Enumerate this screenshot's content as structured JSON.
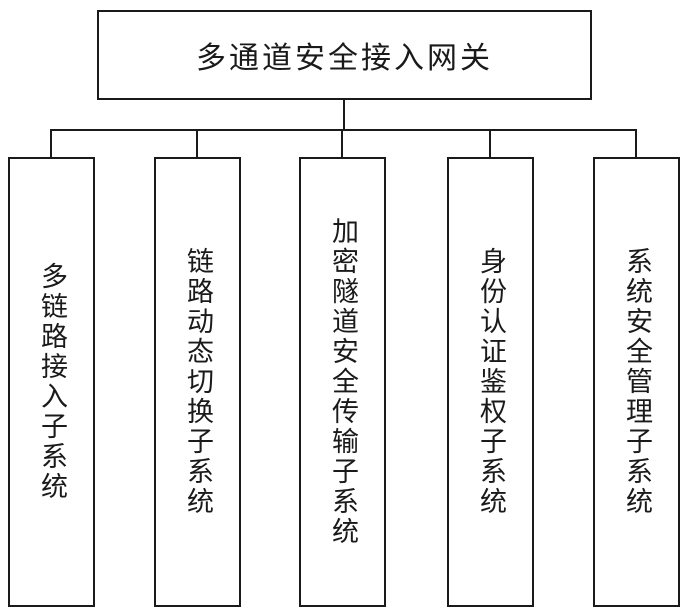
{
  "diagram": {
    "title": "多通道安全接入网关",
    "root": {
      "label": "多通道安全接入网关"
    },
    "children": [
      {
        "label": "多链路接入子系统"
      },
      {
        "label": "链路动态切换子系统"
      },
      {
        "label": "加密隧道安全传输子系统"
      },
      {
        "label": "身份认证鉴权子系统"
      },
      {
        "label": "系统安全管理子系统"
      }
    ],
    "colors": {
      "line": "#1a1a1a",
      "text": "#1a1a1a",
      "background": "#ffffff"
    }
  }
}
